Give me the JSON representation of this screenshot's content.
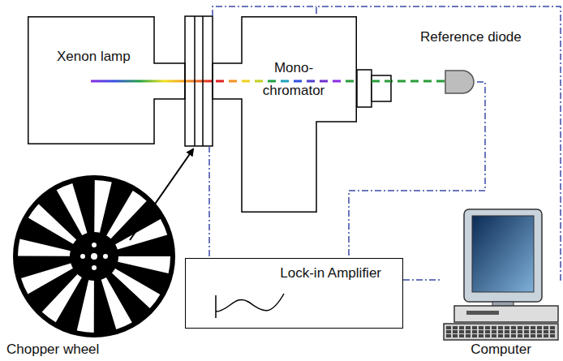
{
  "diagram": {
    "nodes": [
      {
        "text": [
          "Xenon lamp"
        ]
      },
      {
        "text": [
          "Mono- chromator"
        ]
      },
      {
        "text": [
          "Reference diode"
        ]
      },
      {
        "text": [
          "Lock-in Amplifier"
        ]
      },
      {
        "text": [
          "Computer"
        ]
      }
    ],
    "edges": [
      {
        "from": 2,
        "to": 3,
        "arrow": "none"
      },
      {
        "from": 3,
        "to": 4,
        "arrow": "none"
      },
      {
        "from": 4,
        "to": 1,
        "arrow": "none"
      }
    ],
    "labels": [
      "Chopper wheel"
    ]
  }
}
